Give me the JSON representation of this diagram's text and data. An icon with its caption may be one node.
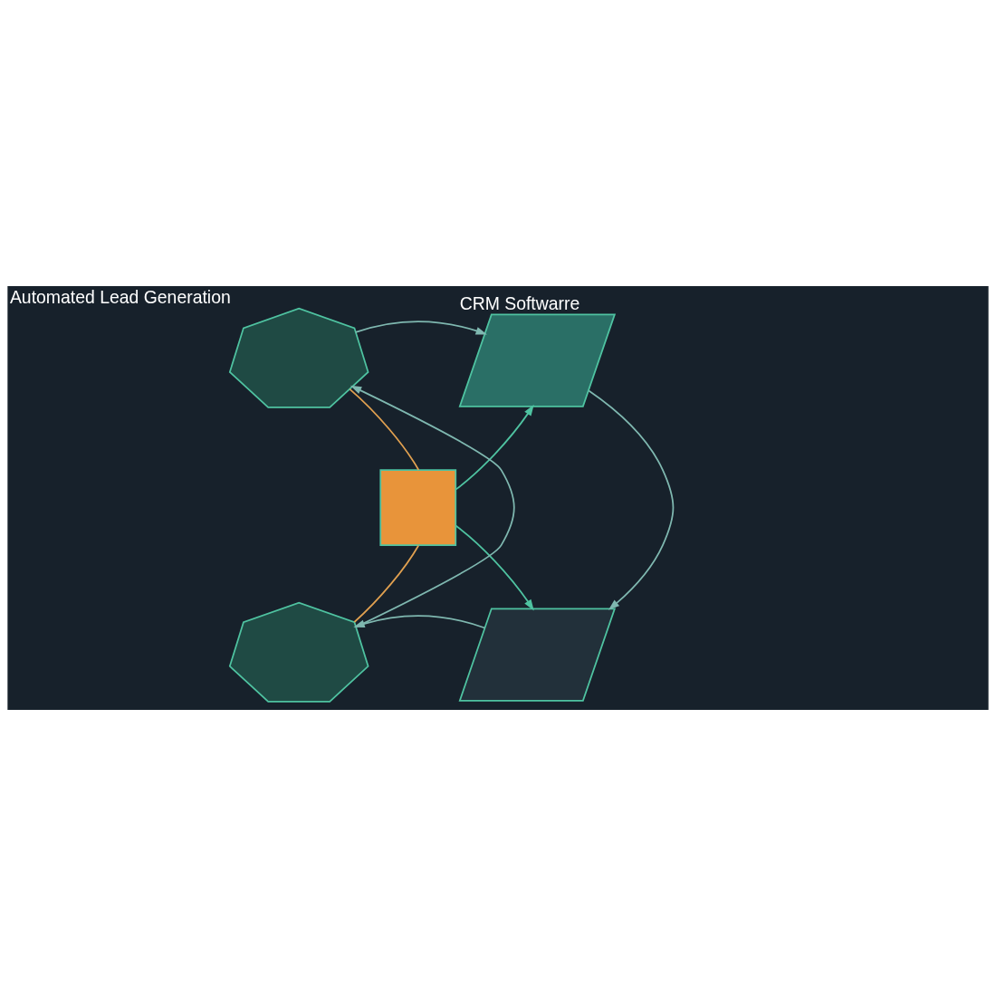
{
  "diagram": {
    "nodes": [
      {
        "text": [],
        "shape": "polygon",
        "beside": [
          "Automated Lead Generation"
        ]
      },
      {
        "text": [],
        "shape": "parallelogram",
        "beside": [
          "CRM Softwarre"
        ]
      },
      {
        "text": [],
        "shape": "box"
      },
      {
        "text": [],
        "shape": "parallelogram"
      },
      {
        "text": [],
        "shape": "polygon"
      }
    ],
    "edges": [
      {
        "from": 0,
        "to": 1,
        "arrow": "to"
      },
      {
        "from": 1,
        "to": 3,
        "arrow": "to"
      },
      {
        "from": 3,
        "to": 4,
        "arrow": "to"
      },
      {
        "from": 4,
        "to": 0,
        "arrow": "to"
      },
      {
        "from": 2,
        "to": 0,
        "arrow": "none",
        "color": "#e0a050"
      },
      {
        "from": 2,
        "to": 1,
        "arrow": "to",
        "color": "#4fc3a1"
      },
      {
        "from": 2,
        "to": 3,
        "arrow": "to",
        "color": "#4fc3a1"
      },
      {
        "from": 2,
        "to": 4,
        "arrow": "none",
        "color": "#e0a050"
      }
    ]
  }
}
